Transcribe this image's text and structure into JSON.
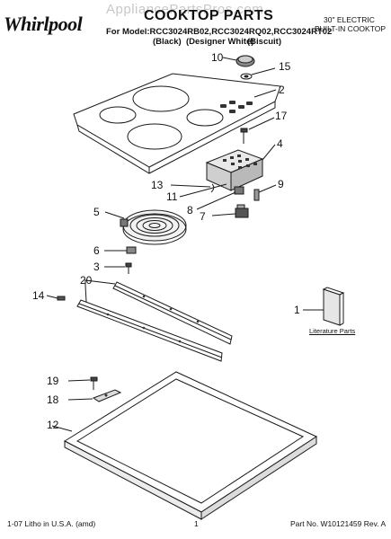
{
  "brand": "Whirlpool",
  "watermark": "AppliancePartsPros.com",
  "header": {
    "title": "COOKTOP PARTS",
    "models_line": "For Model:RCC3024RB02,RCC3024RQ02,RCC3024RT02",
    "colors": [
      "(Black)",
      "(Designer White)",
      "(Biscuit)"
    ],
    "product_line1": "30\" ELECTRIC",
    "product_line2": "BUILT-IN COOKTOP"
  },
  "callouts": [
    "10",
    "15",
    "2",
    "17",
    "4",
    "13",
    "11",
    "9",
    "8",
    "7",
    "5",
    "6",
    "3",
    "20",
    "14",
    "1",
    "19",
    "18",
    "12"
  ],
  "literature_label": "Literature Parts",
  "footer": {
    "left": "1-07 Litho in U.S.A. (amd)",
    "center": "1",
    "right": "Part No. W10121459 Rev. A"
  }
}
